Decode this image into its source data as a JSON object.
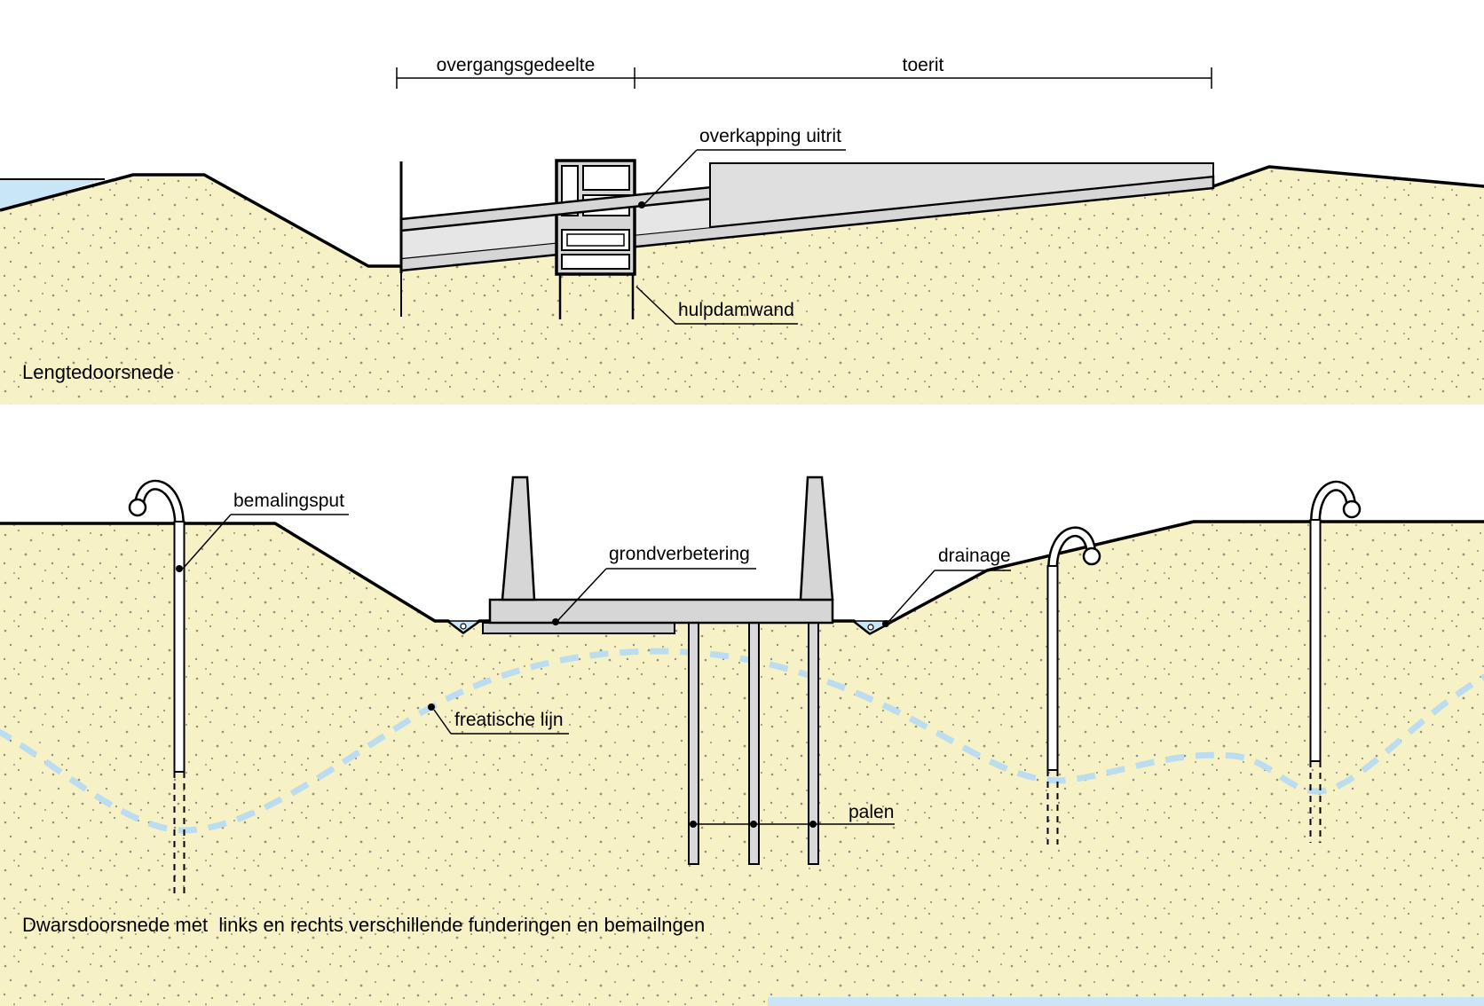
{
  "top_panel": {
    "caption": "Lengtedoorsnede",
    "dim_left": "overgangsgedeelte",
    "dim_right": "toerit",
    "label_canopy": "overkapping uitrit",
    "label_sheetpile": "hulpdamwand"
  },
  "bottom_panel": {
    "caption": "Dwarsdoorsnede met  links en rechts verschillende funderingen en bemailngen",
    "label_well": "bemalingsput",
    "label_soil_improvement": "grondverbetering",
    "label_drainage": "drainage",
    "label_phreatic": "freatische lijn",
    "label_piles": "palen"
  },
  "colors": {
    "sand": "#f7f2c6",
    "water": "#c8e6f5",
    "concrete": "#d6d6d6",
    "concrete_light": "#dfdfdf",
    "tunnel_interior": "#e6e6e6",
    "phreatic_line": "#bcdcf0",
    "outline": "#000000",
    "background": "#ffffff"
  }
}
